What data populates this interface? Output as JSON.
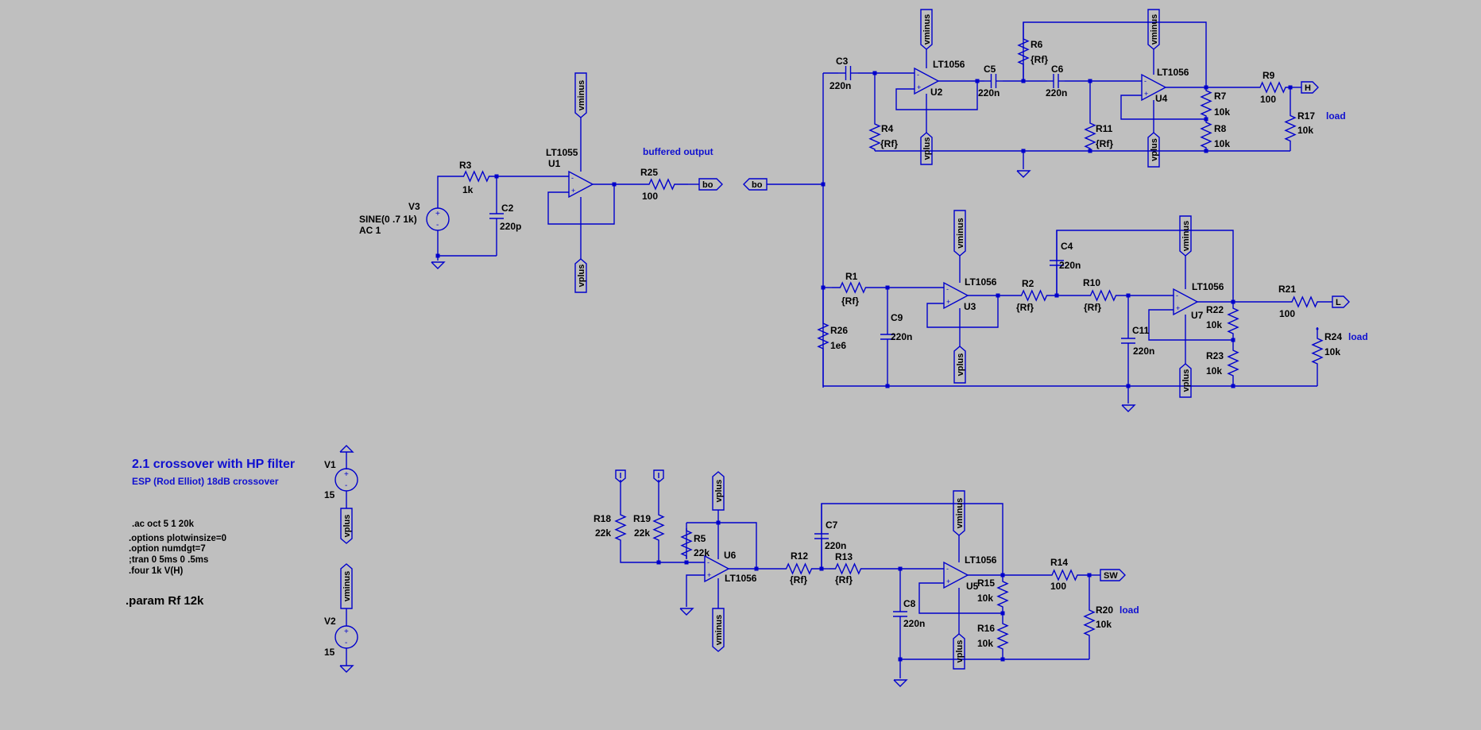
{
  "schematic": {
    "title": "2.1 crossover with HP filter",
    "subtitle": "ESP (Rod Elliot) 18dB crossover",
    "directives": [
      ".ac oct 5 1 20k",
      ".options plotwinsize=0",
      ".option numdgt=7",
      ";tran 0 5ms 0 .5ms",
      ".four 1k V(H)"
    ],
    "param": ".param Rf 12k",
    "comments": {
      "buffered": "buffered output",
      "load": "load"
    },
    "nets": {
      "vminus": "vminus",
      "vplus": "vplus",
      "bo": "bo",
      "H": "H",
      "L": "L",
      "SW": "SW"
    },
    "sources": {
      "V3": {
        "name": "V3",
        "value1": "SINE(0 .7 1k)",
        "value2": "AC 1"
      },
      "V1": {
        "name": "V1",
        "value": "15"
      },
      "V2": {
        "name": "V2",
        "value": "15"
      }
    },
    "opamps": {
      "U1": {
        "name": "U1",
        "model": "LT1055"
      },
      "U2": {
        "name": "U2",
        "model": "LT1056"
      },
      "U3": {
        "name": "U3",
        "model": "LT1056"
      },
      "U4": {
        "name": "U4",
        "model": "LT1056"
      },
      "U5": {
        "name": "U5",
        "model": "LT1056"
      },
      "U6": {
        "name": "U6",
        "model": "LT1056"
      },
      "U7": {
        "name": "U7",
        "model": "LT1056"
      }
    },
    "parts": {
      "R3": {
        "name": "R3",
        "value": "1k"
      },
      "C2": {
        "name": "C2",
        "value": "220p"
      },
      "R25": {
        "name": "R25",
        "value": "100"
      },
      "C3": {
        "name": "C3",
        "value": "220n"
      },
      "R4": {
        "name": "R4",
        "value": "{Rf}"
      },
      "C5": {
        "name": "C5",
        "value": "220n"
      },
      "C6": {
        "name": "C6",
        "value": "220n"
      },
      "R6": {
        "name": "R6",
        "value": "{Rf}"
      },
      "R11": {
        "name": "R11",
        "value": "{Rf}"
      },
      "R7": {
        "name": "R7",
        "value": "10k"
      },
      "R8": {
        "name": "R8",
        "value": "10k"
      },
      "R9": {
        "name": "R9",
        "value": "100"
      },
      "R17": {
        "name": "R17",
        "value": "10k"
      },
      "R1": {
        "name": "R1",
        "value": "{Rf}"
      },
      "R26": {
        "name": "R26",
        "value": "1e6"
      },
      "C9": {
        "name": "C9",
        "value": "220n"
      },
      "R2": {
        "name": "R2",
        "value": "{Rf}"
      },
      "R10": {
        "name": "R10",
        "value": "{Rf}"
      },
      "C4": {
        "name": "C4",
        "value": "220n"
      },
      "C11": {
        "name": "C11",
        "value": "220n"
      },
      "R22": {
        "name": "R22",
        "value": "10k"
      },
      "R23": {
        "name": "R23",
        "value": "10k"
      },
      "R21": {
        "name": "R21",
        "value": "100"
      },
      "R24": {
        "name": "R24",
        "value": "10k"
      },
      "R18": {
        "name": "R18",
        "value": "22k"
      },
      "R19": {
        "name": "R19",
        "value": "22k"
      },
      "R5": {
        "name": "R5",
        "value": "22k"
      },
      "R12": {
        "name": "R12",
        "value": "{Rf}"
      },
      "R13": {
        "name": "R13",
        "value": "{Rf}"
      },
      "C7": {
        "name": "C7",
        "value": "220n"
      },
      "C8": {
        "name": "C8",
        "value": "220n"
      },
      "R15": {
        "name": "R15",
        "value": "10k"
      },
      "R16": {
        "name": "R16",
        "value": "10k"
      },
      "R14": {
        "name": "R14",
        "value": "100"
      },
      "R20": {
        "name": "R20",
        "value": "10k"
      }
    }
  }
}
